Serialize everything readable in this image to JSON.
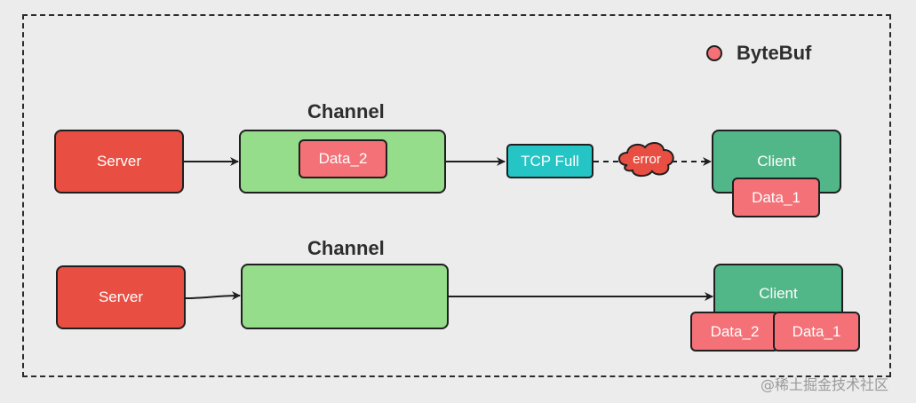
{
  "legend": {
    "label": "ByteBuf",
    "color": "#f37177"
  },
  "row1": {
    "server": "Server",
    "channel_title": "Channel",
    "channel_data": "Data_2",
    "tcp": "TCP Full",
    "error": "error",
    "client": "Client",
    "client_data": "Data_1"
  },
  "row2": {
    "server": "Server",
    "channel_title": "Channel",
    "client": "Client",
    "client_data_a": "Data_2",
    "client_data_b": "Data_1"
  },
  "watermark": "@稀土掘金技术社区",
  "colors": {
    "server": "#e84e41",
    "channel": "#95dd8a",
    "client": "#52b788",
    "bytebuf": "#f37177",
    "tcp": "#25c5c5",
    "error": "#e84e41"
  }
}
